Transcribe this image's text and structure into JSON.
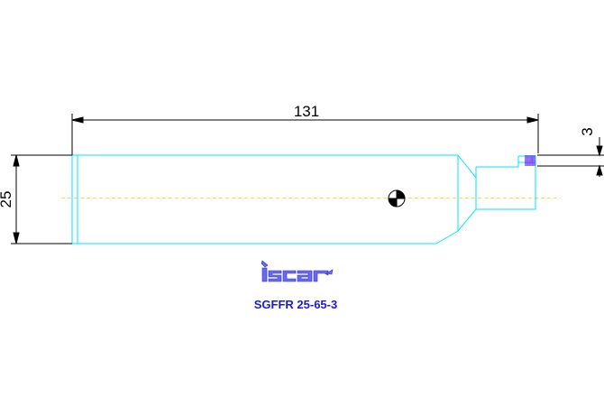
{
  "drawing": {
    "dimensions": {
      "overall_length": "131",
      "shank_height": "25",
      "cutting_width": "3"
    },
    "logo_text": "iscar",
    "part_number": "SGFFR 25-65-3",
    "colors": {
      "background": "#ffffff",
      "outline": "#00e5ff",
      "centerline": "#e8e84a",
      "dimension": "#000000",
      "label": "#1a1ad6",
      "insert": "#2b2bd9"
    }
  }
}
